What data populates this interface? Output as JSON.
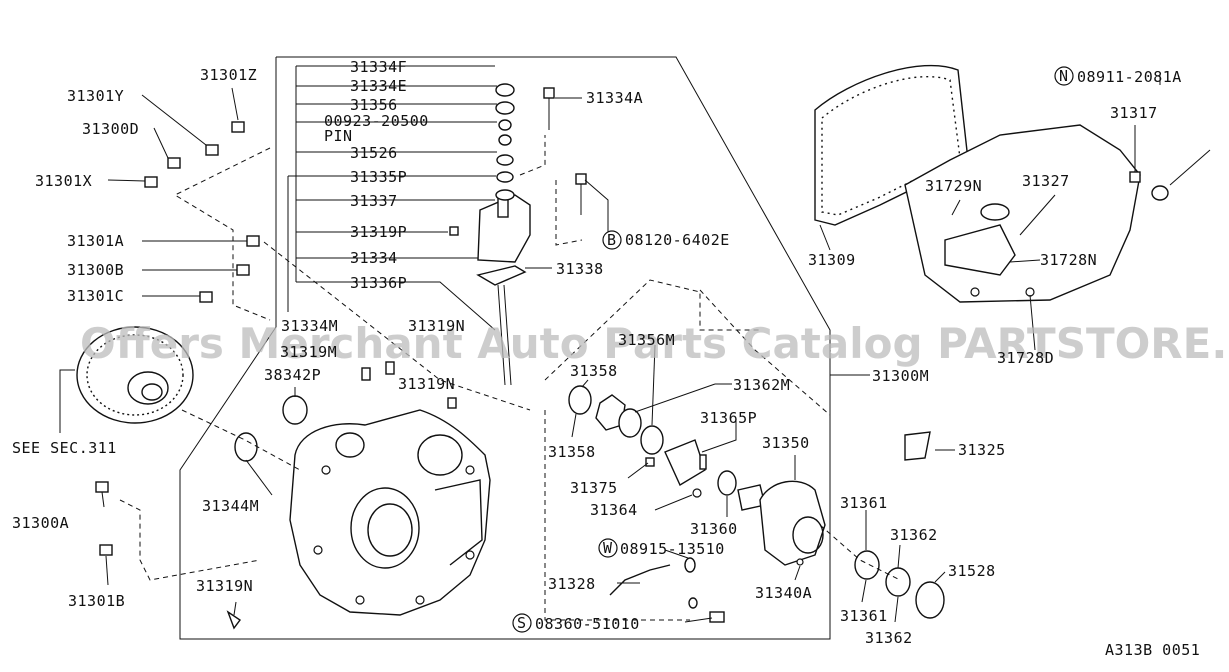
{
  "labels": {
    "l31334F": "31334F",
    "l31334E": "31334E",
    "l31356": "31356",
    "l00923": "00923-20500",
    "lPIN": "PIN",
    "l31526": "31526",
    "l31335P": "31335P",
    "l31337": "31337",
    "l31319P": "31319P",
    "l31334": "31334",
    "l31336P": "31336P",
    "l31334A": "31334A",
    "l08120": "08120-6402E",
    "l31338": "31338",
    "l31301Z": "31301Z",
    "l31301Y": "31301Y",
    "l31300D": "31300D",
    "l31301X": "31301X",
    "l31301A": "31301A",
    "l31300B": "31300B",
    "l31301C": "31301C",
    "l31334M": "31334M",
    "l31319M": "31319M",
    "l31319N_a": "31319N",
    "l38342P": "38342P",
    "l31319N_b": "31319N",
    "lSEE": "SEE SEC.311",
    "l31344M": "31344M",
    "l31300A": "31300A",
    "l31301B": "31301B",
    "l31319N_c": "31319N",
    "l31309": "31309",
    "l08911": "08911-2081A",
    "l31317": "31317",
    "l31729N": "31729N",
    "l31327": "31327",
    "l31728N": "31728N",
    "l31728D": "31728D",
    "l31356M": "31356M",
    "l31358_a": "31358",
    "l31358_b": "31358",
    "l31362M": "31362M",
    "l31365P": "31365P",
    "l31300M": "31300M",
    "l31350": "31350",
    "l31375": "31375",
    "l31364": "31364",
    "l31360": "31360",
    "l31325": "31325",
    "l31361_a": "31361",
    "l31362_a": "31362",
    "l31528": "31528",
    "l31340A": "31340A",
    "l31361_b": "31361",
    "l31362_b": "31362",
    "l08915": "08915-13510",
    "l31328": "31328",
    "l08360": "08360-51010",
    "lCode": "A313B 0051"
  },
  "badges": {
    "N": "N",
    "B": "B",
    "W": "W",
    "S": "S"
  },
  "watermark": "Offers Merchant Auto Parts Catalog PARTSTORE.SA"
}
